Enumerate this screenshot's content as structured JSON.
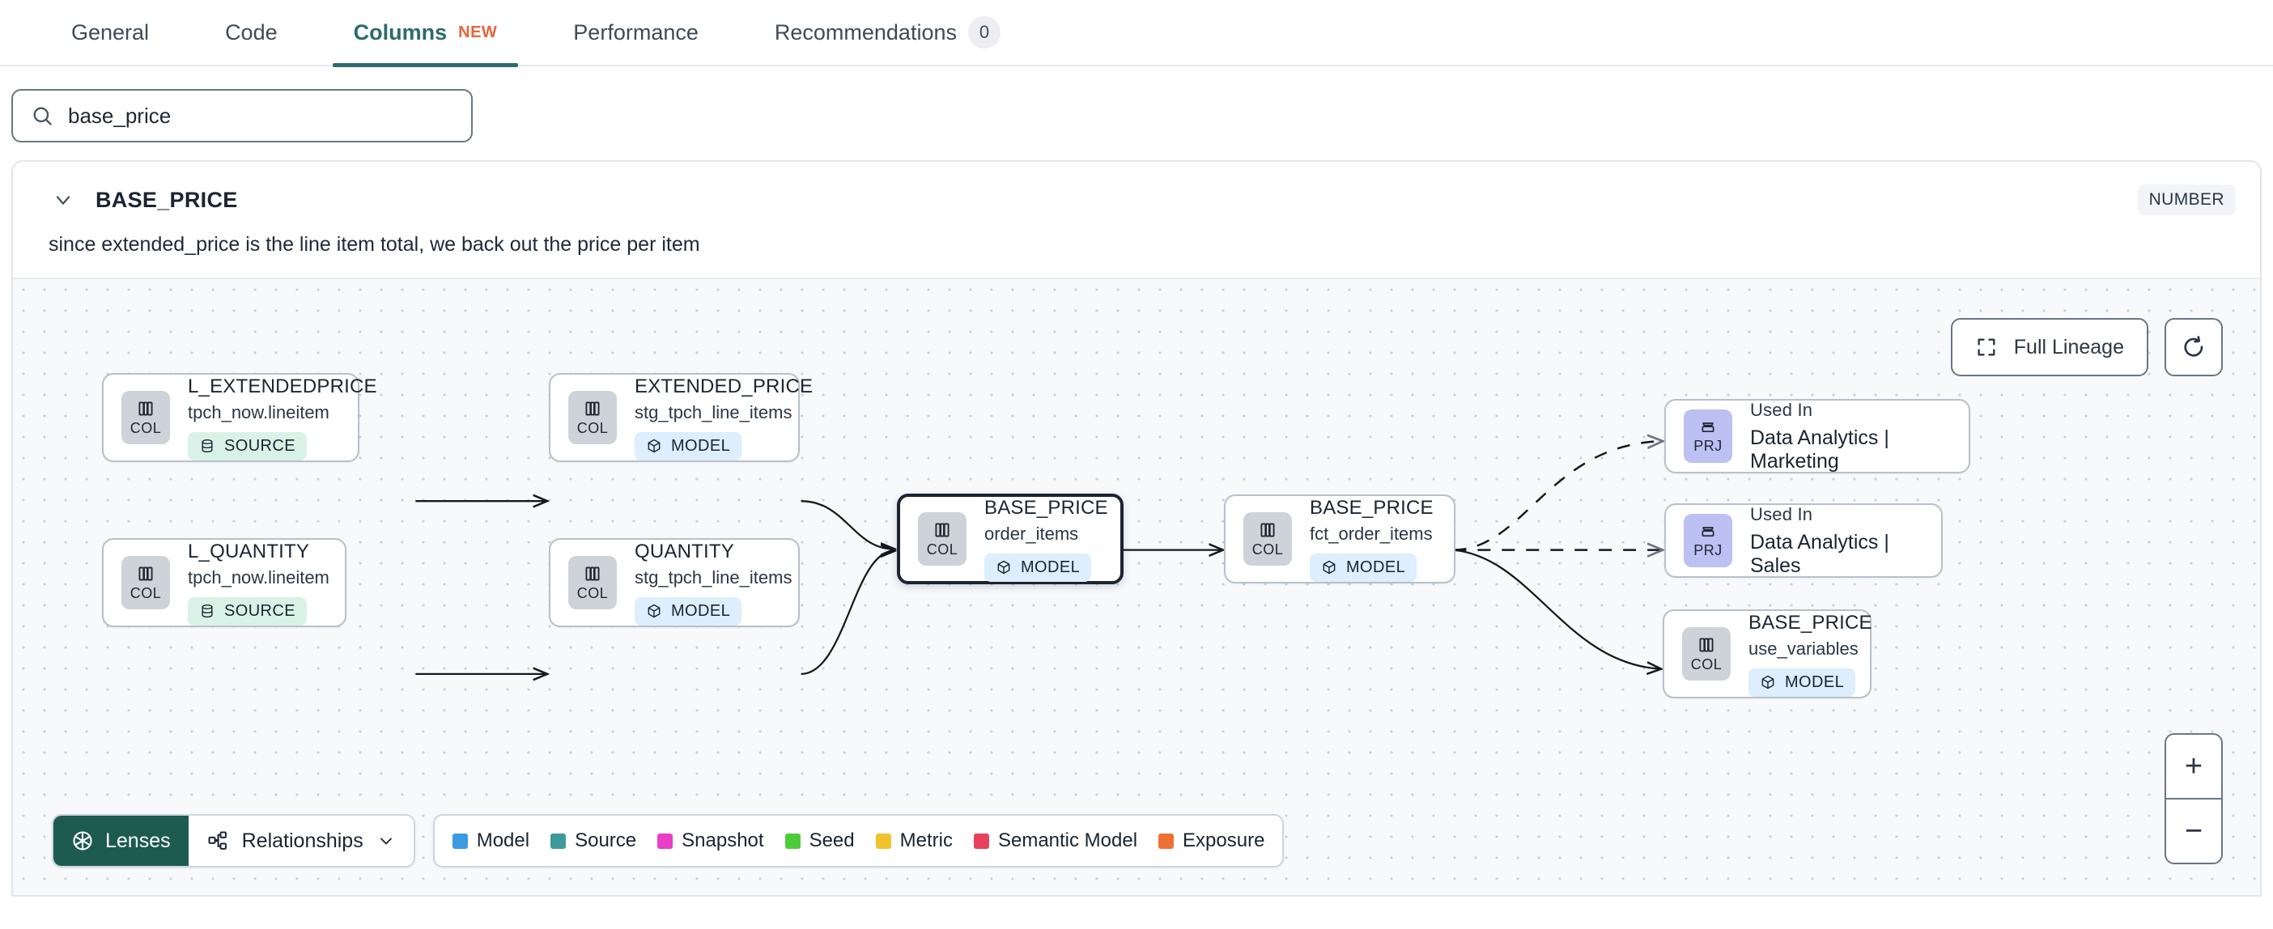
{
  "tabs": [
    {
      "label": "General",
      "active": false
    },
    {
      "label": "Code",
      "active": false
    },
    {
      "label": "Columns",
      "active": true,
      "badge": "NEW"
    },
    {
      "label": "Performance",
      "active": false
    },
    {
      "label": "Recommendations",
      "active": false,
      "count": "0"
    }
  ],
  "search": {
    "value": "base_price",
    "placeholder": "Search columns",
    "icon": "search-icon"
  },
  "column": {
    "name": "BASE_PRICE",
    "type": "NUMBER",
    "description": "since extended_price is the line item total, we back out the price per item",
    "expanded": true
  },
  "canvas": {
    "full_lineage_label": "Full Lineage",
    "refresh_icon": "refresh-icon",
    "zoom_in_label": "+",
    "zoom_out_label": "−"
  },
  "toolbar": {
    "lenses_label": "Lenses",
    "relationships_label": "Relationships",
    "legend": [
      {
        "label": "Model",
        "color": "#3b9ae1"
      },
      {
        "label": "Source",
        "color": "#3d9a9a"
      },
      {
        "label": "Snapshot",
        "color": "#e83fc4"
      },
      {
        "label": "Seed",
        "color": "#4dcc3a"
      },
      {
        "label": "Metric",
        "color": "#f0c32e"
      },
      {
        "label": "Semantic Model",
        "color": "#e8415c"
      },
      {
        "label": "Exposure",
        "color": "#ee7133"
      }
    ]
  },
  "graph": {
    "nodes": [
      {
        "id": "l_extendedprice",
        "kind": "COL",
        "title": "L_EXTENDEDPRICE",
        "subtitle": "tpch_now.lineitem",
        "badge": "SOURCE",
        "badge_type": "source",
        "badge_icon": "database-icon",
        "focus": false
      },
      {
        "id": "l_quantity",
        "kind": "COL",
        "title": "L_QUANTITY",
        "subtitle": "tpch_now.lineitem",
        "badge": "SOURCE",
        "badge_type": "source",
        "badge_icon": "database-icon",
        "focus": false
      },
      {
        "id": "extended_price",
        "kind": "COL",
        "title": "EXTENDED_PRICE",
        "subtitle": "stg_tpch_line_items",
        "badge": "MODEL",
        "badge_type": "model",
        "badge_icon": "cube-icon",
        "focus": false
      },
      {
        "id": "quantity",
        "kind": "COL",
        "title": "QUANTITY",
        "subtitle": "stg_tpch_line_items",
        "badge": "MODEL",
        "badge_type": "model",
        "badge_icon": "cube-icon",
        "focus": false
      },
      {
        "id": "base_price_order_items",
        "kind": "COL",
        "title": "BASE_PRICE",
        "subtitle": "order_items",
        "badge": "MODEL",
        "badge_type": "model",
        "badge_icon": "cube-icon",
        "focus": true
      },
      {
        "id": "base_price_fct",
        "kind": "COL",
        "title": "BASE_PRICE",
        "subtitle": "fct_order_items",
        "badge": "MODEL",
        "badge_type": "model",
        "badge_icon": "cube-icon",
        "focus": false
      },
      {
        "id": "prj_marketing",
        "kind": "PRJ",
        "title": "Used In",
        "subtitle": "Data Analytics | Marketing",
        "focus": false
      },
      {
        "id": "prj_sales",
        "kind": "PRJ",
        "title": "Used In",
        "subtitle": "Data Analytics | Sales",
        "focus": false
      },
      {
        "id": "base_price_use_variables",
        "kind": "COL",
        "title": "BASE_PRICE",
        "subtitle": "use_variables",
        "badge": "MODEL",
        "badge_type": "model",
        "badge_icon": "cube-icon",
        "focus": false
      }
    ]
  }
}
